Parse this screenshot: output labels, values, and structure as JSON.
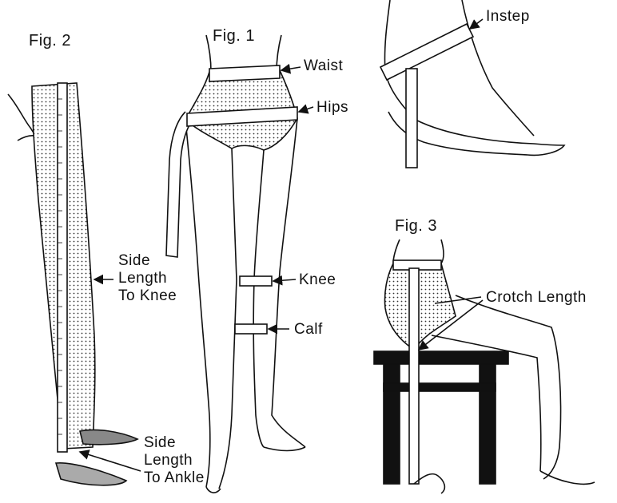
{
  "figures": {
    "fig1": "Fig. 1",
    "fig2": "Fig. 2",
    "fig3": "Fig. 3"
  },
  "labels": {
    "waist": "Waist",
    "hips": "Hips",
    "instep": "Instep",
    "knee": "Knee",
    "calf": "Calf",
    "crotch_length": "Crotch Length",
    "side_to_knee": [
      "Side",
      "Length",
      "To Knee"
    ],
    "side_to_ankle": [
      "Side",
      "Length",
      "To Ankle"
    ]
  }
}
